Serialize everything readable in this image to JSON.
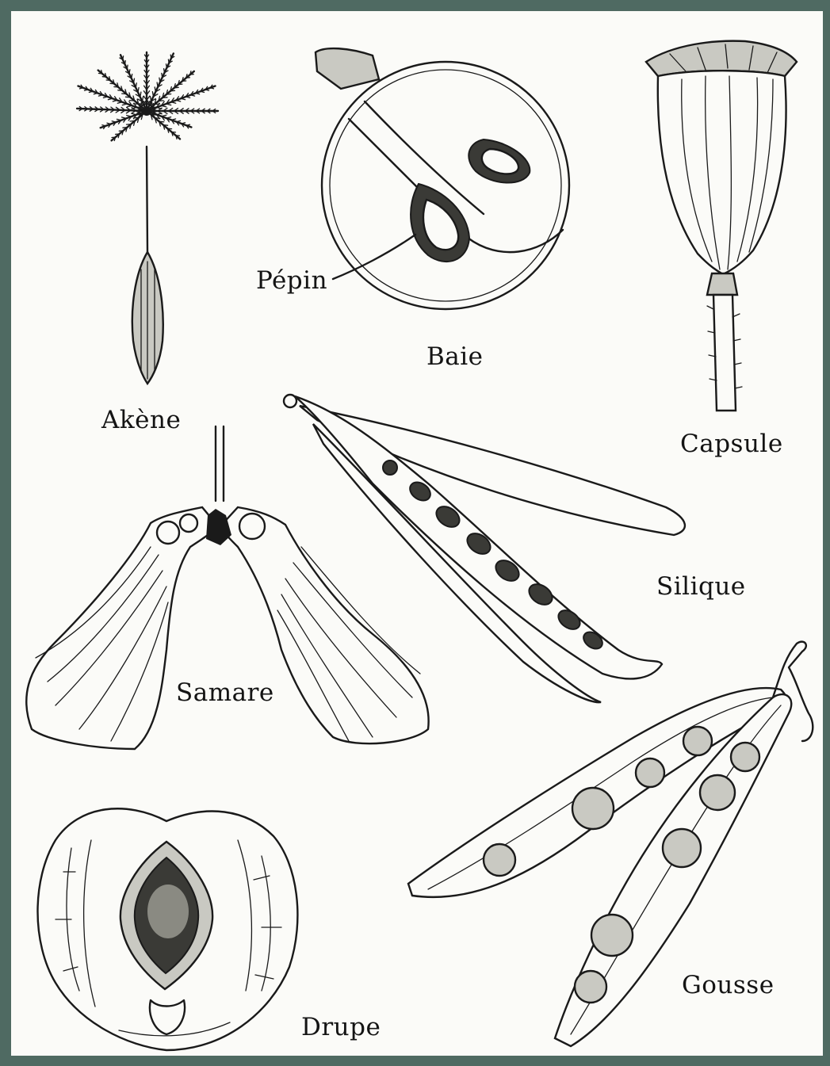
{
  "labels": {
    "akene": "Akène",
    "pepin": "Pépin",
    "baie": "Baie",
    "capsule": "Capsule",
    "silique": "Silique",
    "samare": "Samare",
    "drupe": "Drupe",
    "gousse": "Gousse"
  },
  "colors": {
    "border": "#4f6a62",
    "paper": "#fbfbf8",
    "ink": "#1a1a1a"
  }
}
